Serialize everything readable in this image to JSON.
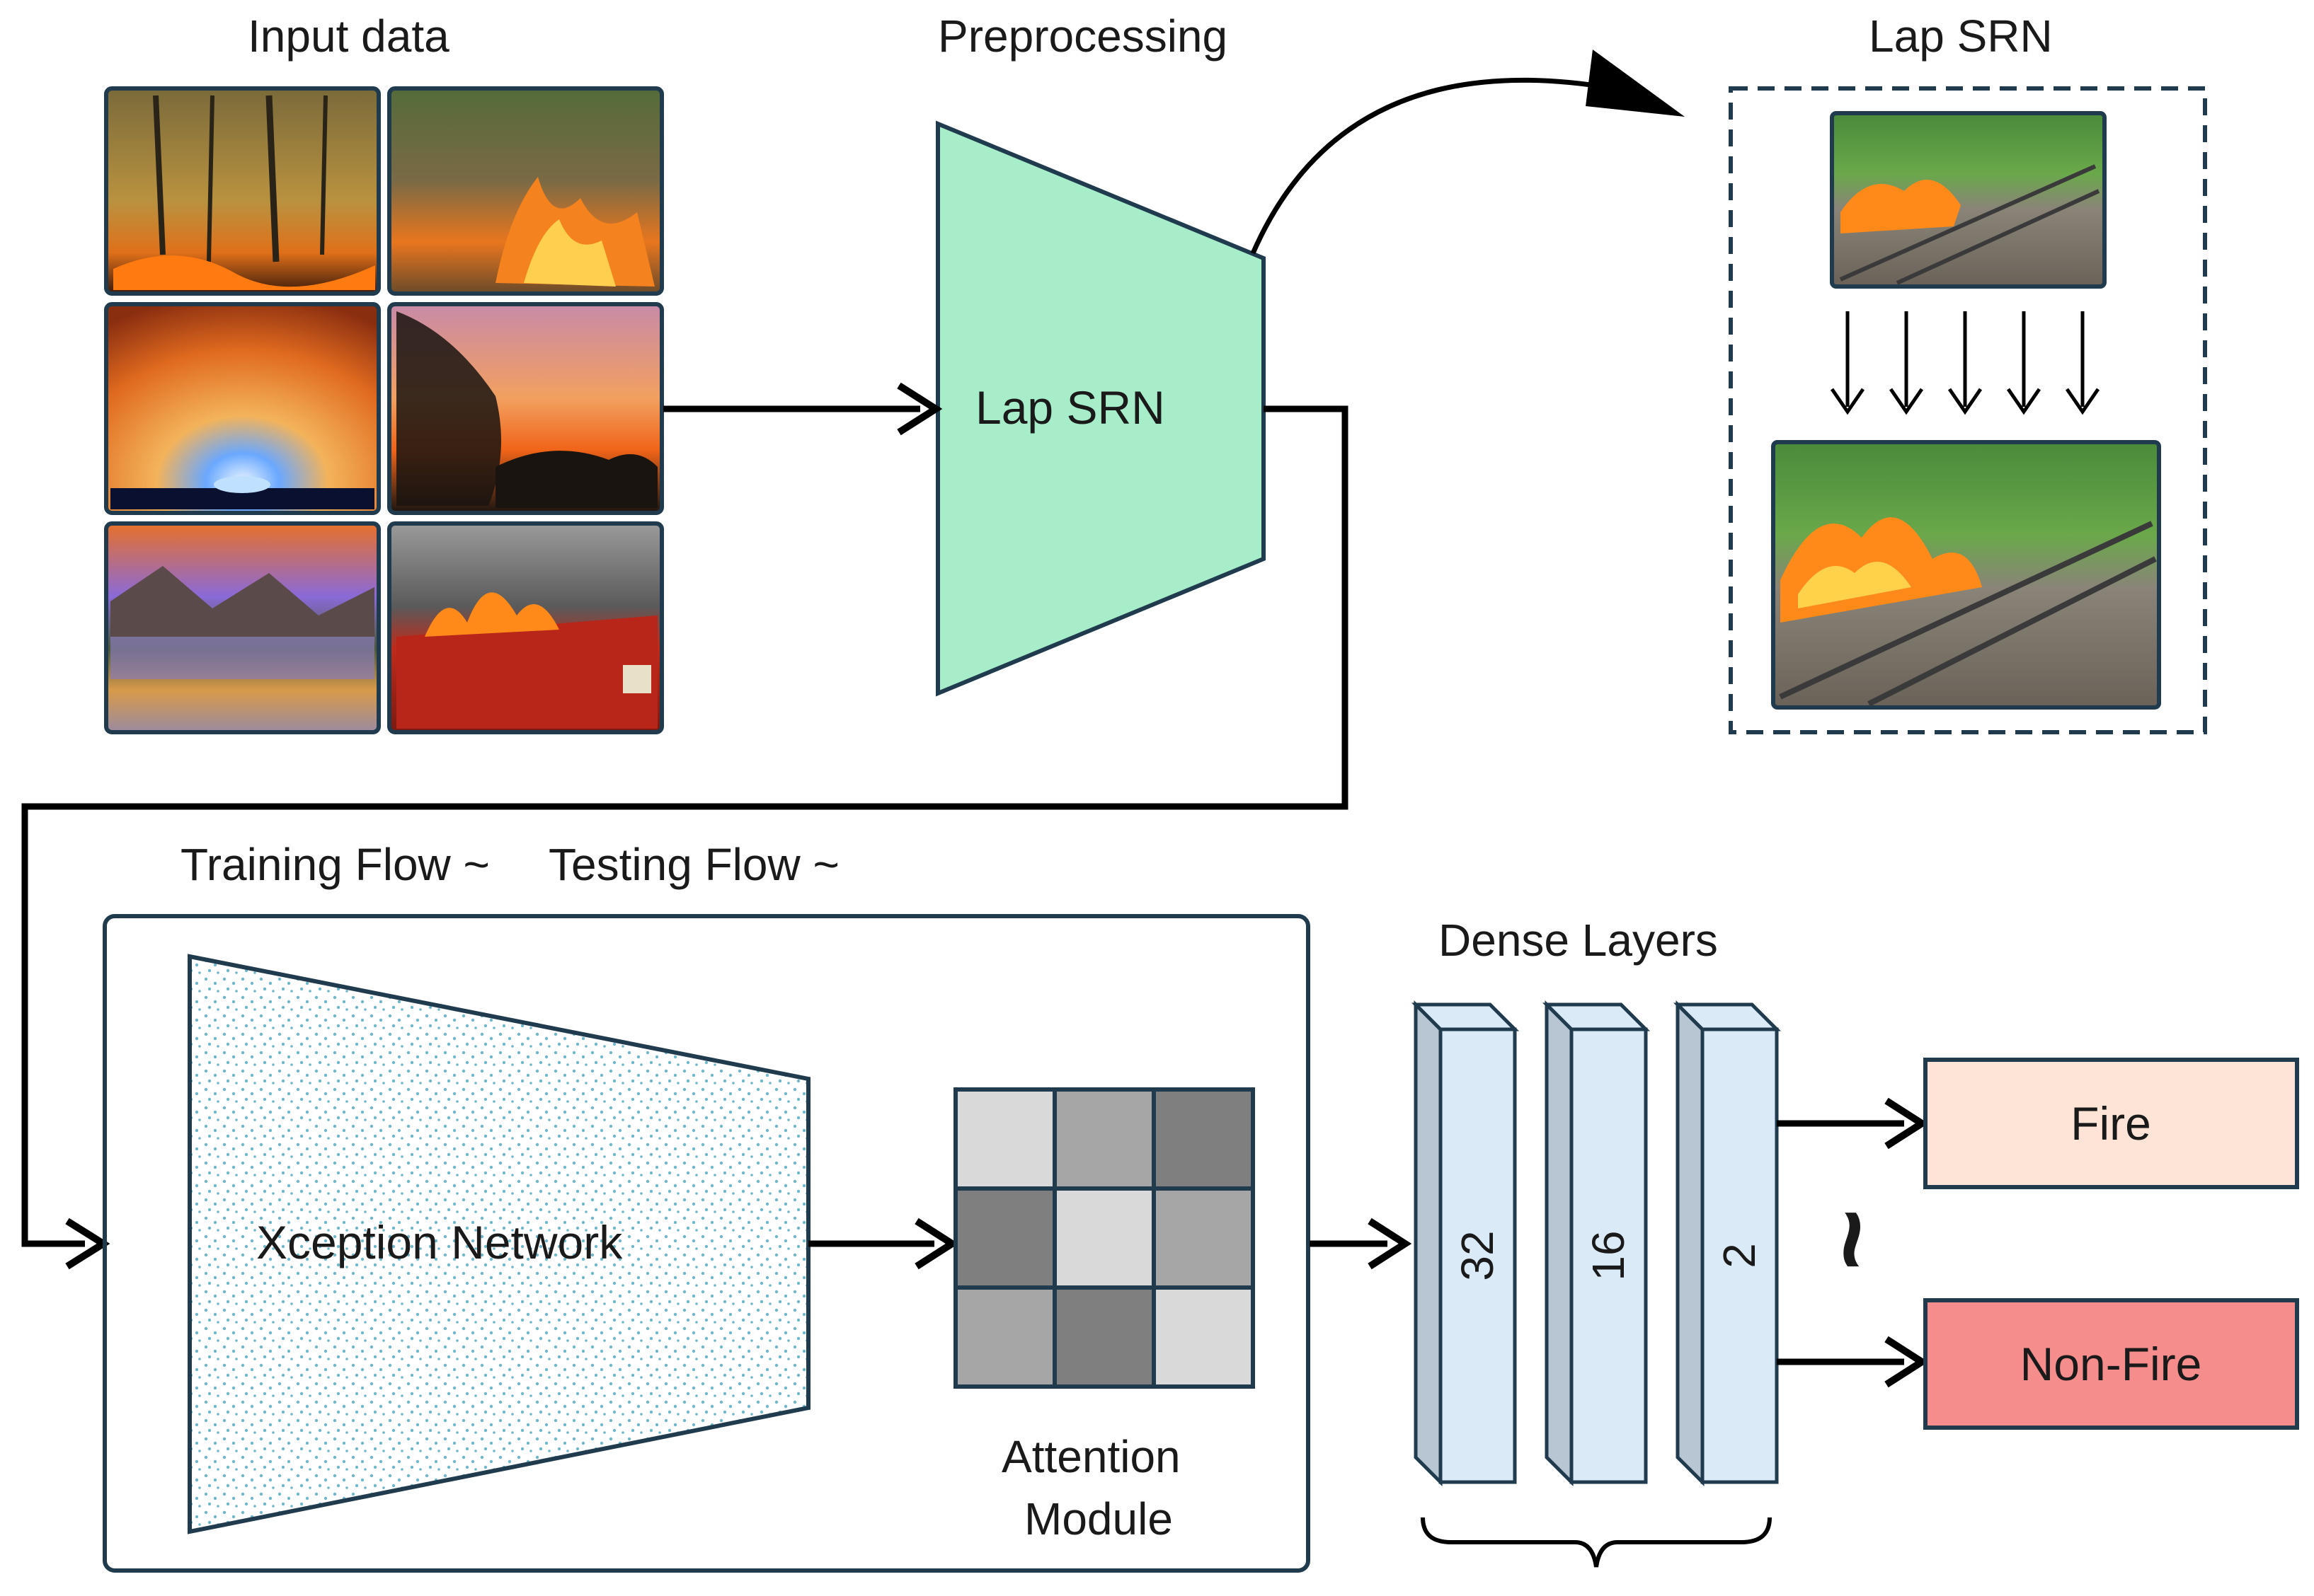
{
  "input": {
    "title": "Input data",
    "images": [
      "forest-fire",
      "grass-fire",
      "sunrise",
      "sunset",
      "mountain-lake",
      "train-fire"
    ]
  },
  "preprocessing": {
    "title": "Preprocessing",
    "block_label": "Lap SRN"
  },
  "lapsrn_panel": {
    "title": "Lap SRN",
    "low_res_image": "railway-fire-low-res",
    "high_res_image": "railway-fire-high-res"
  },
  "flows": {
    "training": "Training Flow ~",
    "testing": "Testing Flow ~"
  },
  "xception": {
    "label": "Xception Network"
  },
  "attention": {
    "label_line1": "Attention",
    "label_line2": "Module",
    "grid": [
      "light",
      "mid",
      "dark",
      "dark",
      "light",
      "mid",
      "mid",
      "dark",
      "light"
    ],
    "shades": {
      "light": "#d9d9d9",
      "mid": "#a6a6a6",
      "dark": "#7f7f7f"
    }
  },
  "dense": {
    "title": "Dense Layers",
    "layers": [
      {
        "units": "32"
      },
      {
        "units": "16"
      },
      {
        "units": "2"
      }
    ]
  },
  "outputs": {
    "fire": "Fire",
    "nonfire": "Non-Fire",
    "tilde": "~"
  },
  "colors": {
    "lapsrn_fill": "#a8edca",
    "outline": "#1f3b4d",
    "fire_fill": "#fde4d6",
    "nonfire_fill": "#f58d8d",
    "dense_fill": "#dbeaf7",
    "dense_side": "#b8c6d3",
    "xception_dots": "#6fb7c9"
  }
}
